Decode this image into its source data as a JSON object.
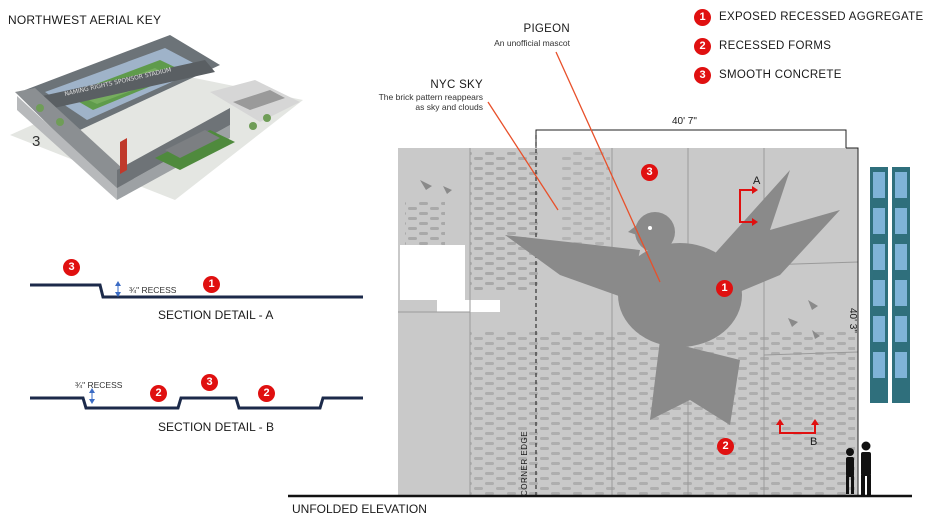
{
  "aerial": {
    "heading": "NORTHWEST AERIAL KEY",
    "number": "3",
    "roof_sign": "NAMING RIGHTS SPONSOR STADIUM"
  },
  "legend": [
    {
      "num": "1",
      "label": "EXPOSED RECESSED AGGREGATE"
    },
    {
      "num": "2",
      "label": "RECESSED FORMS"
    },
    {
      "num": "3",
      "label": "SMOOTH CONCRETE"
    }
  ],
  "section_a": {
    "title": "SECTION DETAIL - A",
    "recess": "¾\" RECESS",
    "badges": [
      "3",
      "1"
    ]
  },
  "section_b": {
    "title": "SECTION DETAIL - B",
    "recess": "¾\" RECESS",
    "badges": [
      "2",
      "3",
      "2"
    ]
  },
  "annotations": {
    "pigeon": {
      "title": "PIGEON",
      "subtitle": "An unofficial mascot"
    },
    "nyc_sky": {
      "title": "NYC SKY",
      "subtitle_line1": "The brick pattern reappears",
      "subtitle_line2": "as sky and clouds"
    }
  },
  "elevation": {
    "title": "UNFOLDED ELEVATION",
    "width_dim": "40' 7\"",
    "height_dim": "40' 3\"",
    "corner_label": "CORNER EDGE",
    "marker_a": "A",
    "marker_b": "B",
    "badges": [
      "3",
      "1",
      "2"
    ]
  },
  "colors": {
    "accent_red": "#e01010",
    "section_line": "#1c2a4a",
    "wall": "#c9c9c9",
    "pigeon": "#8a8a8a"
  }
}
